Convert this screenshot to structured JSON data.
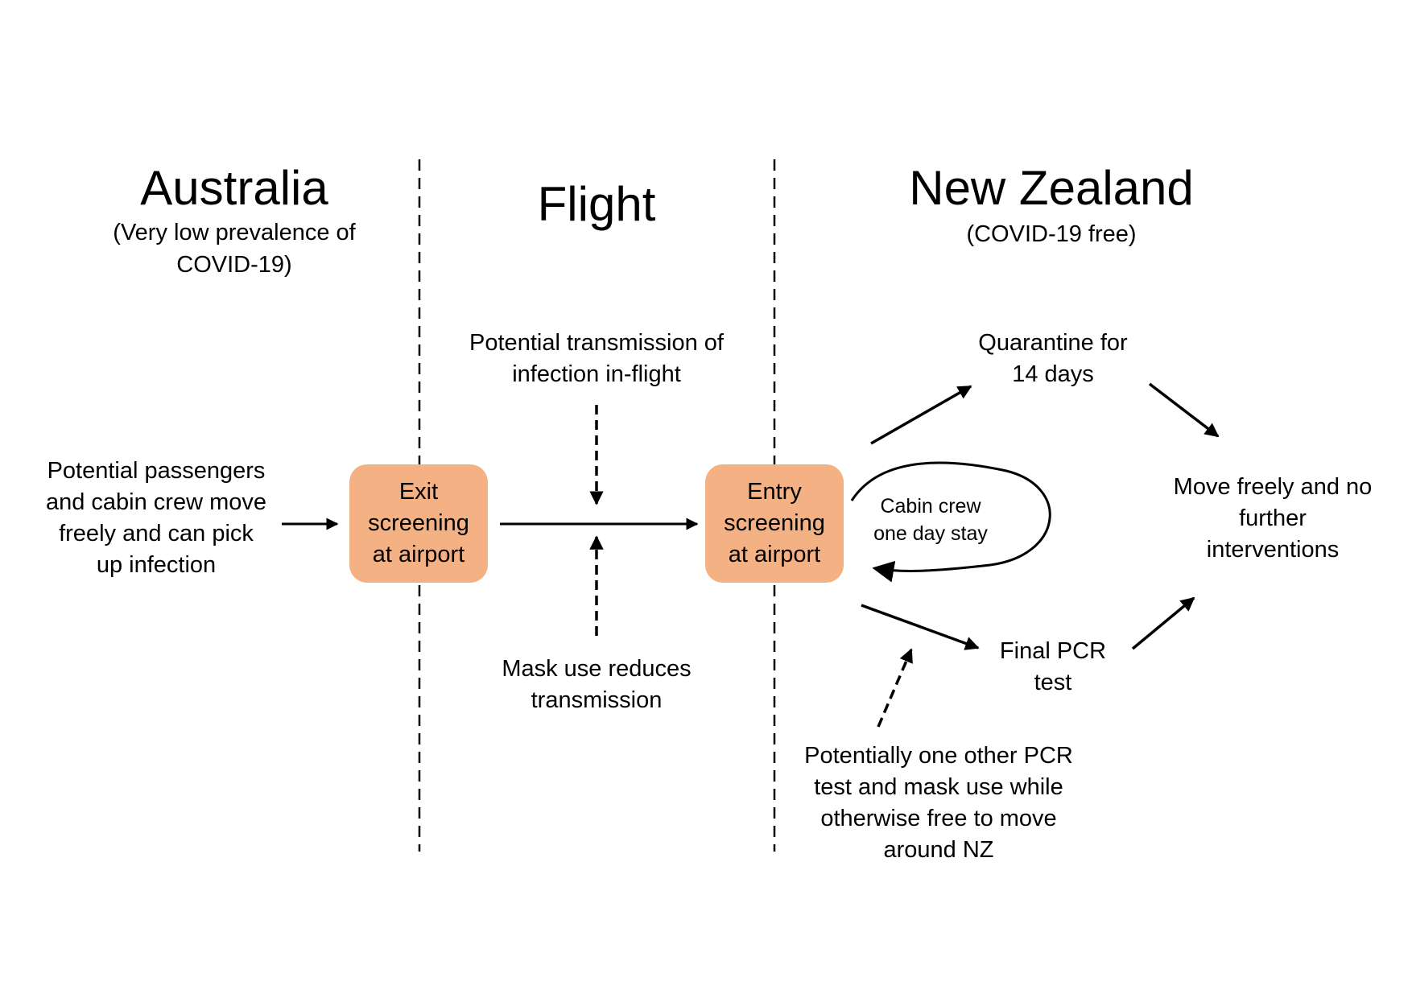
{
  "colors": {
    "box_fill": "#f4b183",
    "line": "#000000",
    "background": "#ffffff"
  },
  "regions": {
    "australia": {
      "title": "Australia",
      "subtitle_line1": "(Very low prevalence of",
      "subtitle_line2": "COVID-19)"
    },
    "flight": {
      "title": "Flight"
    },
    "new_zealand": {
      "title": "New Zealand",
      "subtitle": "(COVID-19 free)"
    }
  },
  "nodes": {
    "passengers": {
      "lines": [
        "Potential passengers",
        "and cabin crew move",
        "freely and can pick",
        "up infection"
      ]
    },
    "exit_screening": {
      "lines": [
        "Exit",
        "screening",
        "at airport"
      ]
    },
    "in_flight_transmission": {
      "lines": [
        "Potential transmission of",
        "infection in-flight"
      ]
    },
    "mask_use": {
      "lines": [
        "Mask use reduces",
        "transmission"
      ]
    },
    "entry_screening": {
      "lines": [
        "Entry",
        "screening",
        "at airport"
      ]
    },
    "cabin_crew_stay": {
      "lines": [
        "Cabin crew",
        "one day stay"
      ]
    },
    "quarantine": {
      "lines": [
        "Quarantine for",
        "14 days"
      ]
    },
    "final_pcr": {
      "lines": [
        "Final PCR",
        "test"
      ]
    },
    "move_freely": {
      "lines": [
        "Move freely and no",
        "further",
        "interventions"
      ]
    },
    "other_pcr": {
      "lines": [
        "Potentially one other PCR",
        "test and mask use while",
        "otherwise free to move",
        "around NZ"
      ]
    }
  }
}
